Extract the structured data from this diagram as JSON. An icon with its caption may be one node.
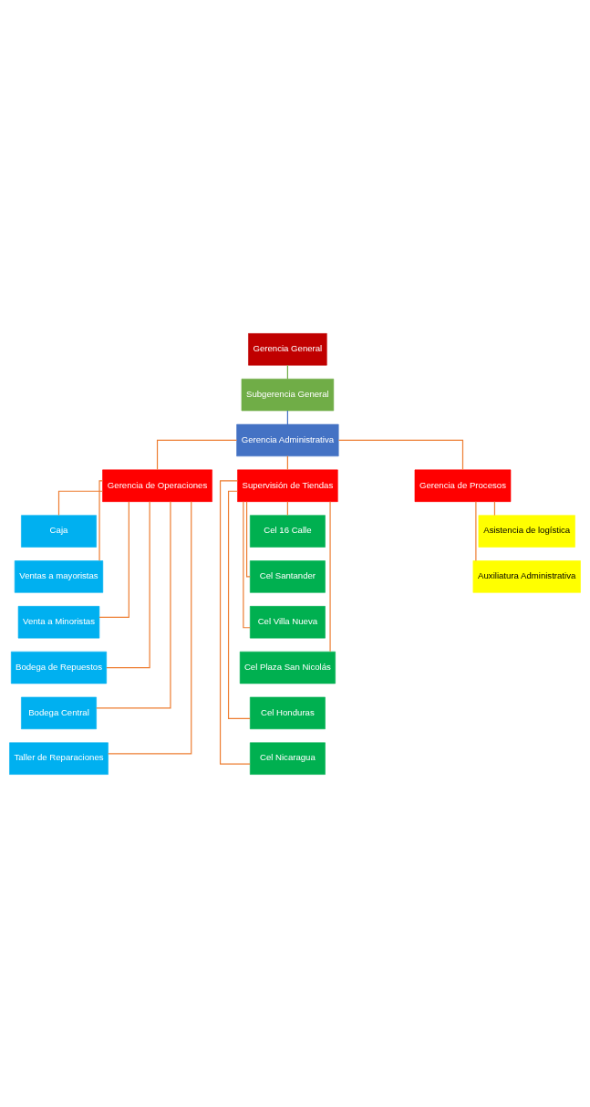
{
  "diagram": {
    "nodes": [
      {
        "text": [
          "Gerencia General"
        ]
      },
      {
        "text": [
          "Subgerencia General"
        ]
      },
      {
        "text": [
          "Gerencia Administrativa"
        ]
      },
      {
        "text": [
          "Gerencia de Operaciones"
        ]
      },
      {
        "text": [
          "Supervisión de Tiendas"
        ]
      },
      {
        "text": [
          "Gerencia de Procesos"
        ]
      },
      {
        "text": [
          "Caja"
        ]
      },
      {
        "text": [
          "Ventas a mayoristas"
        ]
      },
      {
        "text": [
          "Venta a Minoristas"
        ]
      },
      {
        "text": [
          "Bodega de Repuestos"
        ]
      },
      {
        "text": [
          "Bodega Central"
        ]
      },
      {
        "text": [
          "Taller de Reparaciones"
        ]
      },
      {
        "text": [
          "Cel 16 Calle"
        ]
      },
      {
        "text": [
          "Cel Santander"
        ]
      },
      {
        "text": [
          "Cel Villa Nueva"
        ]
      },
      {
        "text": [
          "Cel Plaza San Nicolás"
        ]
      },
      {
        "text": [
          "Cel Honduras"
        ]
      },
      {
        "text": [
          "Cel Nicaragua"
        ]
      },
      {
        "text": [
          "Asistencia de logística"
        ]
      },
      {
        "text": [
          "Auxiliatura Administrativa"
        ]
      }
    ],
    "edges": [
      {
        "from": 0,
        "to": 1,
        "arrow": "none",
        "color": "#70ad47"
      },
      {
        "from": 1,
        "to": 2,
        "arrow": "none",
        "color": "#4472c4"
      },
      {
        "from": 2,
        "to": 3,
        "arrow": "none"
      },
      {
        "from": 2,
        "to": 4,
        "arrow": "none"
      },
      {
        "from": 2,
        "to": 5,
        "arrow": "none"
      },
      {
        "from": 3,
        "to": 6,
        "arrow": "none"
      },
      {
        "from": 3,
        "to": 7,
        "arrow": "none"
      },
      {
        "from": 3,
        "to": 8,
        "arrow": "none"
      },
      {
        "from": 3,
        "to": 9,
        "arrow": "none"
      },
      {
        "from": 3,
        "to": 10,
        "arrow": "none"
      },
      {
        "from": 3,
        "to": 11,
        "arrow": "none"
      },
      {
        "from": 4,
        "to": 12,
        "arrow": "none"
      },
      {
        "from": 4,
        "to": 13,
        "arrow": "none"
      },
      {
        "from": 4,
        "to": 14,
        "arrow": "none"
      },
      {
        "from": 4,
        "to": 15,
        "arrow": "none"
      },
      {
        "from": 4,
        "to": 16,
        "arrow": "none"
      },
      {
        "from": 4,
        "to": 17,
        "arrow": "none"
      },
      {
        "from": 5,
        "to": 18,
        "arrow": "none"
      },
      {
        "from": 5,
        "to": 19,
        "arrow": "none"
      }
    ]
  }
}
